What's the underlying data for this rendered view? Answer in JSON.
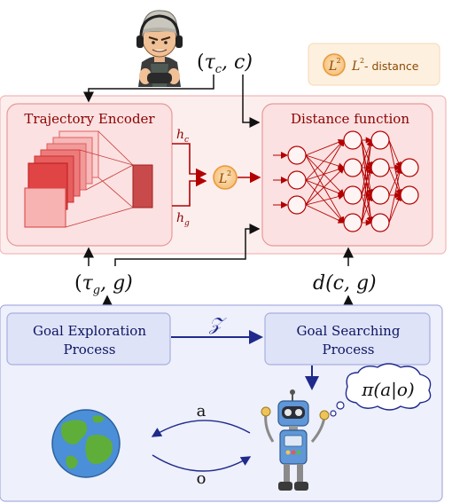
{
  "legend": {
    "symbol": "L",
    "sup": "2",
    "text": "- distance"
  },
  "top_label": {
    "open": "(",
    "tau": "τ",
    "sub": "c",
    "rest": ", c)"
  },
  "encoder": {
    "title": "Trajectory Encoder",
    "hc": "h",
    "hc_sub": "c",
    "hg": "h",
    "hg_sub": "g"
  },
  "l2_circle": {
    "symbol": "L",
    "sup": "2"
  },
  "distance": {
    "title": "Distance function"
  },
  "tau_g_label": {
    "open": "(",
    "tau": "τ",
    "sub": "g",
    "rest": ", g)"
  },
  "d_label": "d(c, g)",
  "goal_exploration": {
    "line1": "Goal Exploration",
    "line2": "Process"
  },
  "goal_searching": {
    "line1": "Goal Searching",
    "line2": "Process"
  },
  "z_label": "𝒵",
  "policy_label": "π(a|o)",
  "action_label": "a",
  "obs_label": "o",
  "colors": {
    "red_panel_fill": "#fdeeee",
    "red_panel_stroke": "#f3b7b7",
    "red_dark": "#b30000",
    "blue_panel_fill": "#eef0fb",
    "blue_panel_stroke": "#a9aee0",
    "blue_dark": "#1f2a8c",
    "legend_fill": "#fdf0df",
    "orange": "#f2b155"
  }
}
